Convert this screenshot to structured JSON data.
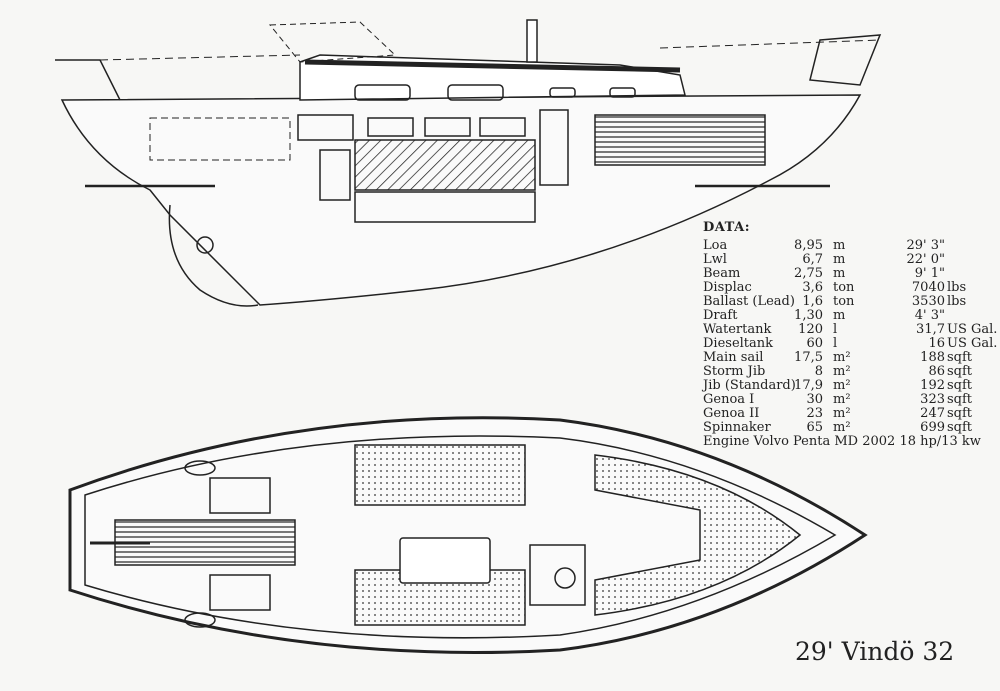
{
  "title": "29' Vindö 32",
  "data_table": {
    "heading": "DATA:",
    "rows": [
      {
        "label": "Loa",
        "metric_value": "8,95",
        "metric_unit": "m",
        "imperial_value": "29' 3\"",
        "imperial_unit": ""
      },
      {
        "label": "Lwl",
        "metric_value": "6,7",
        "metric_unit": "m",
        "imperial_value": "22' 0\"",
        "imperial_unit": ""
      },
      {
        "label": "Beam",
        "metric_value": "2,75",
        "metric_unit": "m",
        "imperial_value": "9' 1\"",
        "imperial_unit": ""
      },
      {
        "label": "Displac",
        "metric_value": "3,6",
        "metric_unit": "ton",
        "imperial_value": "7040",
        "imperial_unit": "lbs"
      },
      {
        "label": "Ballast (Lead)",
        "metric_value": "1,6",
        "metric_unit": "ton",
        "imperial_value": "3530",
        "imperial_unit": "lbs"
      },
      {
        "label": "Draft",
        "metric_value": "1,30",
        "metric_unit": "m",
        "imperial_value": "4' 3\"",
        "imperial_unit": ""
      },
      {
        "label": "Watertank",
        "metric_value": "120",
        "metric_unit": "l",
        "imperial_value": "31,7",
        "imperial_unit": "US Gal."
      },
      {
        "label": "Dieseltank",
        "metric_value": "60",
        "metric_unit": "l",
        "imperial_value": "16",
        "imperial_unit": "US Gal."
      },
      {
        "label": "Main sail",
        "metric_value": "17,5",
        "metric_unit": "m²",
        "imperial_value": "188",
        "imperial_unit": "sqft"
      },
      {
        "label": "Storm Jib",
        "metric_value": "8",
        "metric_unit": "m²",
        "imperial_value": "86",
        "imperial_unit": "sqft"
      },
      {
        "label": "Jib (Standard)",
        "metric_value": "17,9",
        "metric_unit": "m²",
        "imperial_value": "192",
        "imperial_unit": "sqft"
      },
      {
        "label": "Genoa I",
        "metric_value": "30",
        "metric_unit": "m²",
        "imperial_value": "323",
        "imperial_unit": "sqft"
      },
      {
        "label": "Genoa II",
        "metric_value": "23",
        "metric_unit": "m²",
        "imperial_value": "247",
        "imperial_unit": "sqft"
      },
      {
        "label": "Spinnaker",
        "metric_value": "65",
        "metric_unit": "m²",
        "imperial_value": "699",
        "imperial_unit": "sqft"
      }
    ],
    "engine": "Engine Volvo Penta MD 2002 18 hp/13 kw"
  }
}
